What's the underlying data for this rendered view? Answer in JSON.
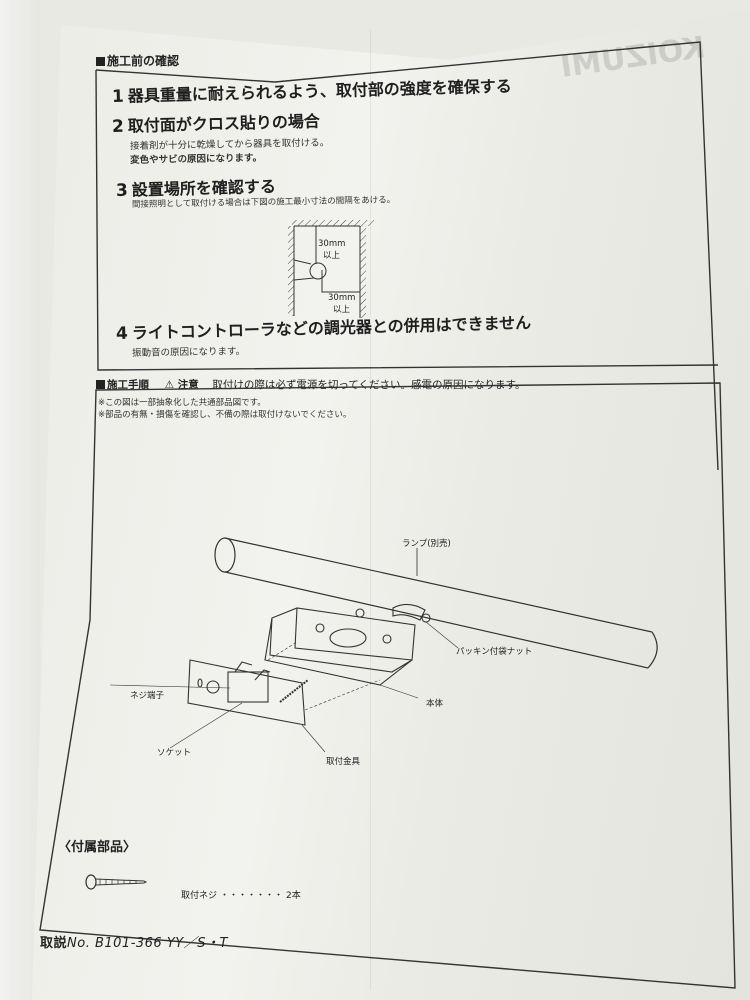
{
  "document": {
    "brand_mirrored": "KOIZUMI",
    "section1": {
      "heading": "施工前の確認",
      "items": [
        {
          "number": "1",
          "title": "器具重量に耐えられるよう、取付部の強度を確保する",
          "lines": []
        },
        {
          "number": "2",
          "title": "取付面がクロス貼りの場合",
          "lines": [
            "接着剤が十分に乾燥してから器具を取付ける。",
            "変色やサビの原因になります。"
          ]
        },
        {
          "number": "3",
          "title": "設置場所を確認する",
          "lines": [
            "間接照明として取付ける場合は下図の施工最小寸法の間隔をあける。"
          ]
        },
        {
          "number": "4",
          "title": "ライトコントローラなどの調光器との併用はできません",
          "lines": [
            "振動音の原因になります。"
          ]
        }
      ],
      "clearance_diagram": {
        "top_label": "30mm",
        "top_label_sub": "以上",
        "side_label": "30mm",
        "side_label_sub": "以上"
      }
    },
    "section2": {
      "heading": "施工手順",
      "caution_icon": "warning-triangle-icon",
      "caution_label": "注意",
      "caution_text": "取付けの際は必ず電源を切ってください。感電の原因になります。",
      "notes": [
        "※この図は一部抽象化した共通部品図です。",
        "※部品の有無・損傷を確認し、不備の際は取付けないでください。"
      ],
      "diagram_labels": {
        "lamp": "ランプ(別売)",
        "nut": "パッキン付袋ナット",
        "body": "本体",
        "screw_terminal": "ネジ端子",
        "socket": "ソケット",
        "bracket": "取付金具"
      },
      "accessories": {
        "heading": "〈付属部品〉",
        "items": [
          {
            "name": "取付ネジ",
            "dots": "・・・・・・・",
            "qty": "2本",
            "icon": "screw-icon"
          }
        ]
      }
    },
    "footer": {
      "prefix": "取説",
      "code": "No. B101-366 YY／S・T"
    }
  }
}
